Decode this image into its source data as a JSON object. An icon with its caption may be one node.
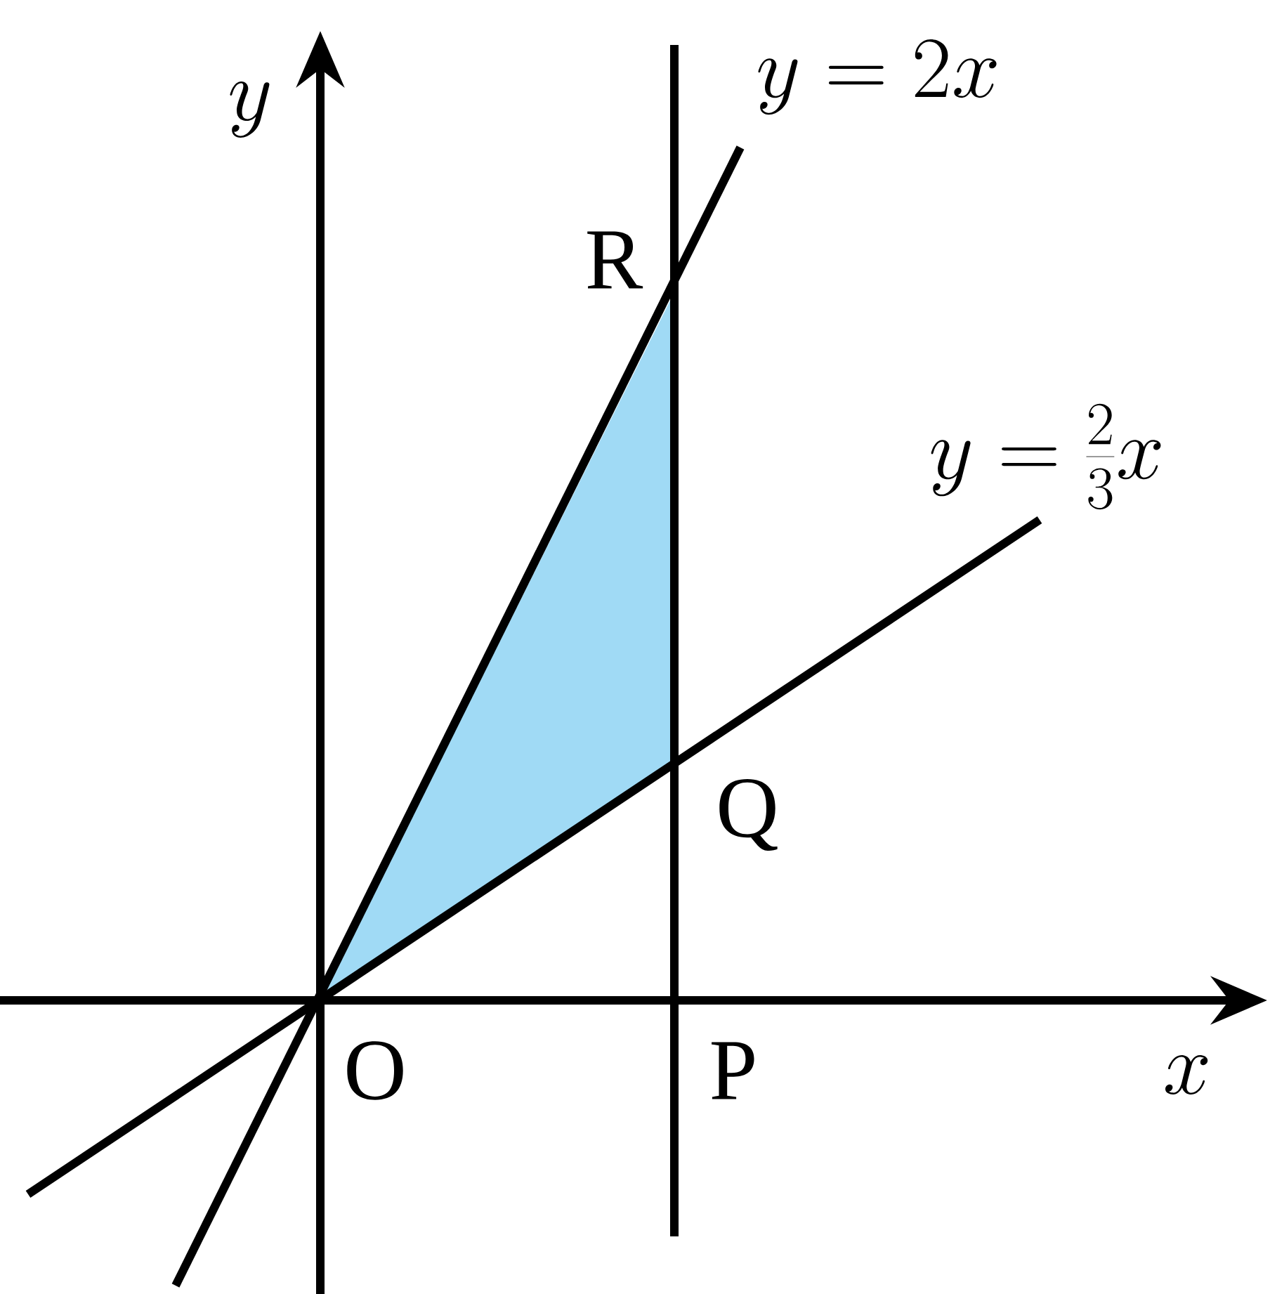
{
  "diagram": {
    "labels": [
      "y",
      "y=2x",
      "R",
      "y=\\frac{2}{3}x",
      "Q",
      "O",
      "P",
      "x"
    ]
  }
}
